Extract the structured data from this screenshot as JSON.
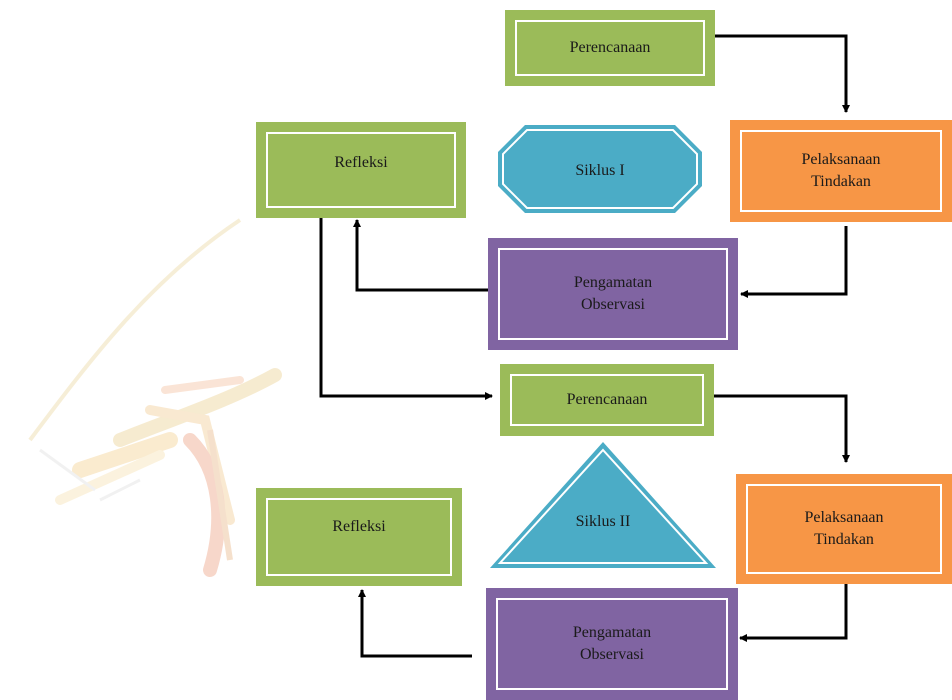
{
  "cycle1": {
    "planning": "Perencanaan",
    "action": [
      "Pelaksanaan",
      "Tindakan"
    ],
    "observation": [
      "Pengamatan",
      "Observasi"
    ],
    "reflection": "Refleksi",
    "cycle_label": "Siklus I"
  },
  "cycle2": {
    "planning": "Perencanaan",
    "action": [
      "Pelaksanaan",
      "Tindakan"
    ],
    "observation": [
      "Pengamatan",
      "Observasi"
    ],
    "reflection": "Refleksi",
    "cycle_label": "Siklus II"
  },
  "colors": {
    "planning_reflection": "#9BBB59",
    "action": "#F79646",
    "observation": "#8064A2",
    "cycle_shape": "#4BACC6",
    "arrow": "#000000"
  }
}
